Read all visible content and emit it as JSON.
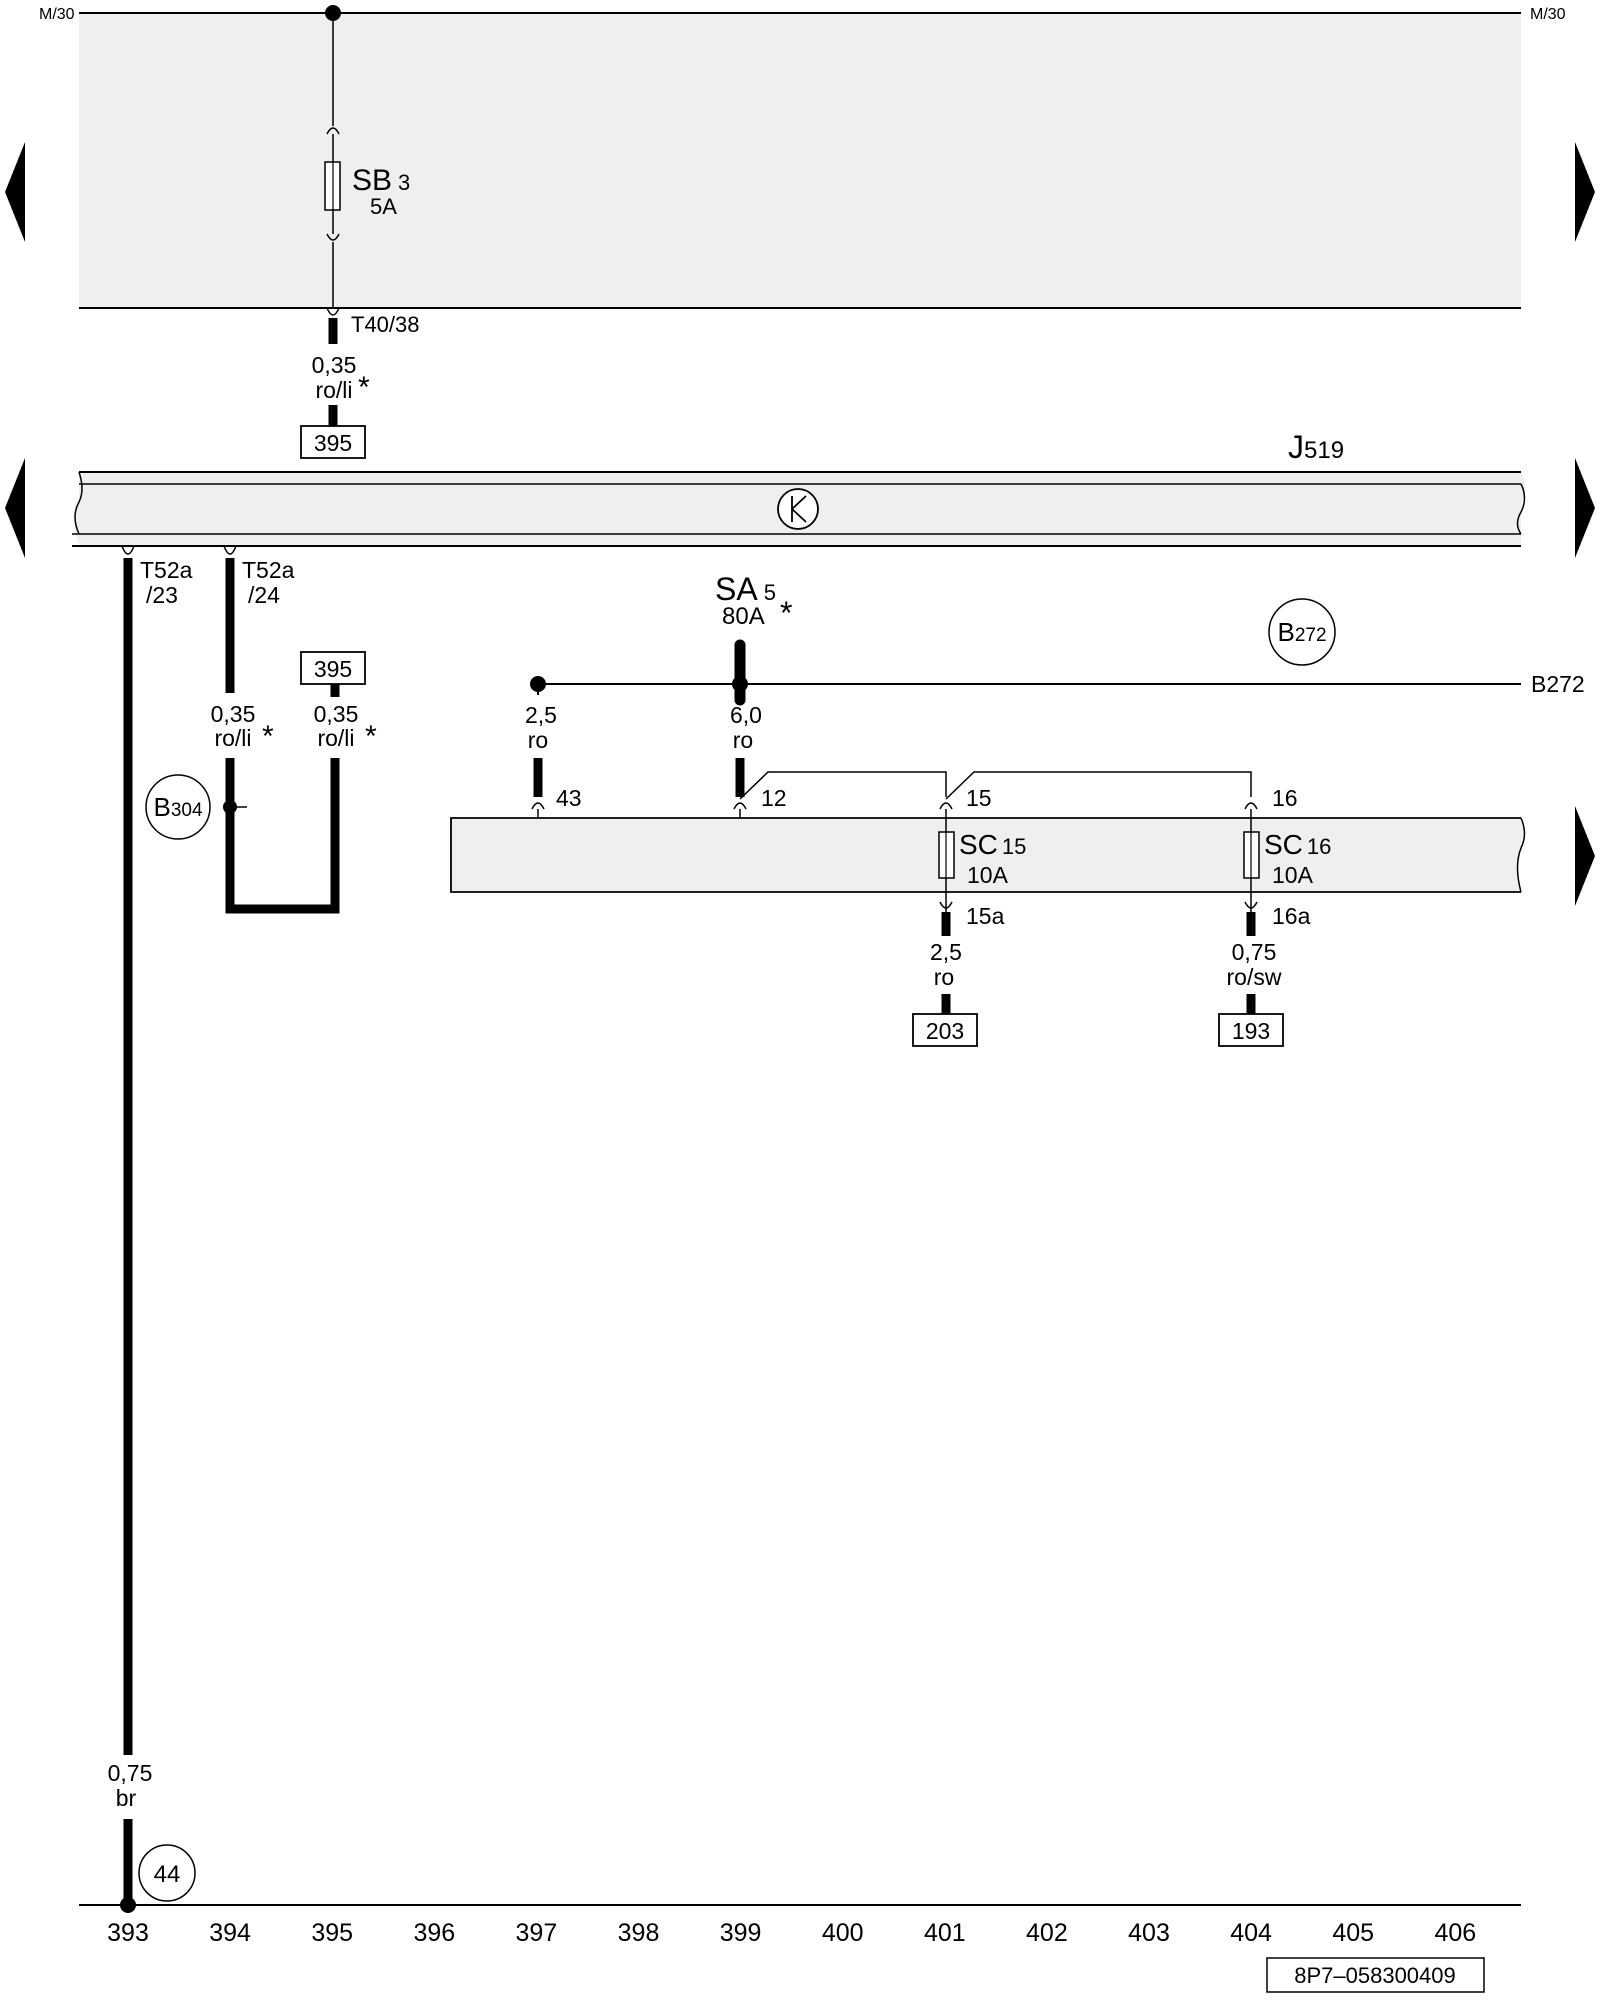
{
  "rails": {
    "top_left": "M/30",
    "top_right": "M/30",
    "b272_right": "B272"
  },
  "module": {
    "name": "J",
    "sub": "519"
  },
  "fuse_sb": {
    "name": "SB",
    "num": "3",
    "rating": "5A"
  },
  "fuse_sa": {
    "name": "SA",
    "num": "5",
    "rating": "80A",
    "star": "*"
  },
  "fuse_sc15": {
    "name": "SC",
    "num": "15",
    "rating": "10A"
  },
  "fuse_sc16": {
    "name": "SC",
    "num": "16",
    "rating": "10A"
  },
  "connectors": {
    "t40": "T40/38",
    "t52a_23_a": "T52a",
    "t52a_23_b": "/23",
    "t52a_24_a": "T52a",
    "t52a_24_b": "/24",
    "pin43": "43",
    "pin12": "12",
    "pin15": "15",
    "pin16": "16",
    "pin15a": "15a",
    "pin16a": "16a"
  },
  "wires": {
    "w1": {
      "size": "0,35",
      "color": "ro/li",
      "star": "*"
    },
    "w2": {
      "size": "0,35",
      "color": "ro/li",
      "star": "*"
    },
    "w3": {
      "size": "0,35",
      "color": "ro/li",
      "star": "*"
    },
    "w4": {
      "size": "2,5",
      "color": "ro"
    },
    "w5": {
      "size": "6,0",
      "color": "ro"
    },
    "w6": {
      "size": "2,5",
      "color": "ro"
    },
    "w7": {
      "size": "0,75",
      "color": "ro/sw"
    },
    "w8": {
      "size": "0,75",
      "color": "br"
    }
  },
  "refs": {
    "r395a": "395",
    "r395b": "395",
    "r203": "203",
    "r193": "193"
  },
  "circles": {
    "b272": {
      "letter": "B",
      "num": "272"
    },
    "b304": {
      "letter": "B",
      "num": "304"
    },
    "c44": "44"
  },
  "track_numbers": [
    "393",
    "394",
    "395",
    "396",
    "397",
    "398",
    "399",
    "400",
    "401",
    "402",
    "403",
    "404",
    "405",
    "406"
  ],
  "doc_code": "8P7–058300409"
}
